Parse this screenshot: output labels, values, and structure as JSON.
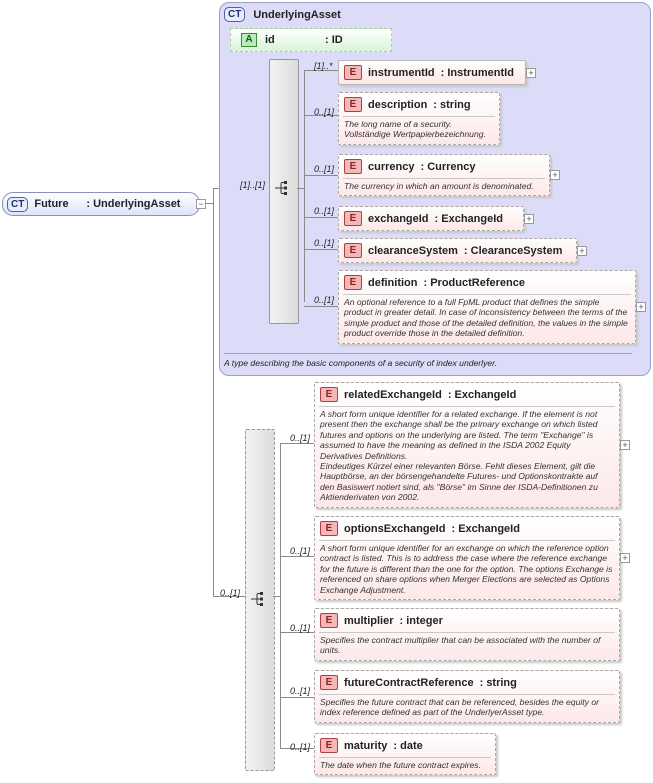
{
  "root": {
    "badge": "CT",
    "name": "Future",
    "type": ": UnderlyingAsset"
  },
  "complex_type": {
    "badge": "CT",
    "name": "UnderlyingAsset",
    "doc": "A type describing the basic components of a security of index underlyer."
  },
  "attribute": {
    "badge": "A",
    "name": "id",
    "type": ": ID"
  },
  "seq1_card": "[1]..[1]",
  "seq2_card": "0..[1]",
  "group1": [
    {
      "badge": "E",
      "name": "instrumentId",
      "type": ": InstrumentId",
      "card": "[1]..*",
      "doc": ""
    },
    {
      "badge": "E",
      "name": "description",
      "type": ": string",
      "card": "0..[1]",
      "doc": "The long name of a security.\nVollständige Wertpapierbezeichnung."
    },
    {
      "badge": "E",
      "name": "currency",
      "type": ": Currency",
      "card": "0..[1]",
      "doc": "The currency in which an amount is denominated."
    },
    {
      "badge": "E",
      "name": "exchangeId",
      "type": ": ExchangeId",
      "card": "0..[1]",
      "doc": ""
    },
    {
      "badge": "E",
      "name": "clearanceSystem",
      "type": ": ClearanceSystem",
      "card": "0..[1]",
      "doc": ""
    },
    {
      "badge": "E",
      "name": "definition",
      "type": ": ProductReference",
      "card": "0..[1]",
      "doc": "An optional reference to a full FpML product that defines the simple product in greater detail. In case of inconsistency between the terms of the simple product and those of the detailed definition, the values in the simple product override those in the detailed definition."
    }
  ],
  "group2": [
    {
      "badge": "E",
      "name": "relatedExchangeId",
      "type": ": ExchangeId",
      "card": "0..[1]",
      "doc": "A short form unique identifier for a related exchange. If the element is not present then the exchange shall be the primary exchange on which listed futures and options on the underlying are listed. The term \"Exchange\" is assumed to have the meaning as defined in the ISDA 2002 Equity Derivatives Definitions.\nEindeutiges Kürzel einer relevanten Börse. Fehlt dieses Element, gilt die Hauptbörse, an der börsengehandelte Futures- und Optionskontrakte auf den Basiswert notiert sind, als \"Börse\" im Sinne der ISDA-Definitionen zu Aktienderivaten von 2002."
    },
    {
      "badge": "E",
      "name": "optionsExchangeId",
      "type": ": ExchangeId",
      "card": "0..[1]",
      "doc": "A short form unique identifier for an exchange on which the reference option contract is listed. This is to address the case where the reference exchange for the future is different than the one for the option. The options Exchange is referenced on share options when Merger Elections are selected as Options Exchange Adjustment."
    },
    {
      "badge": "E",
      "name": "multiplier",
      "type": ": integer",
      "card": "0..[1]",
      "doc": "Specifies the contract multiplier that can be associated with the number of units."
    },
    {
      "badge": "E",
      "name": "futureContractReference",
      "type": ": string",
      "card": "0..[1]",
      "doc": "Specifies the future contract that can be referenced, besides the equity or index reference defined as part of the UnderlyerAsset type."
    },
    {
      "badge": "E",
      "name": "maturity",
      "type": ": date",
      "card": "0..[1]",
      "doc": "The date when the future contract expires."
    }
  ]
}
